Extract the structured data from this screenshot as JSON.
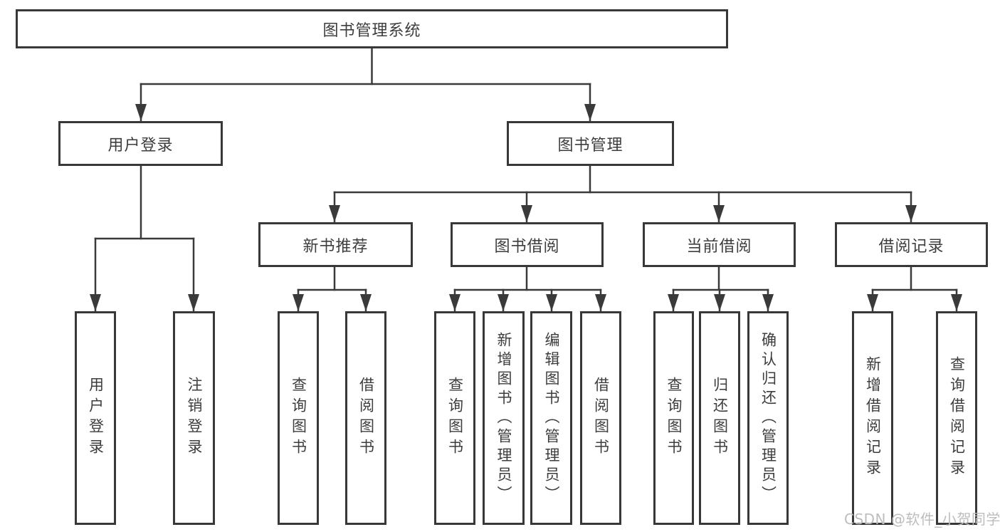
{
  "diagram_title": "图书管理系统",
  "watermark": "CSDN @软件_小贺同学",
  "colors": {
    "background": "#ffffff",
    "line": "#3a3a3a",
    "box_border": "#383838",
    "text": "#3d3d3d",
    "watermark": "#bdbdbd"
  },
  "nodes": {
    "root": "图书管理系统",
    "l2_user_login": "用户登录",
    "l2_book_mgmt": "图书管理",
    "l3_new_book_rec": "新书推荐",
    "l3_book_borrow": "图书借阅",
    "l3_current_borrow": "当前借阅",
    "l3_borrow_records": "借阅记录",
    "l4_user_login": "用户登录",
    "l4_logout": "注销登录",
    "l4_rec_query_books": "查询图书",
    "l4_rec_borrow_books": "借阅图书",
    "l4_bb_query_books": "查询图书",
    "l4_bb_add_books": "新增图书（管理员）",
    "l4_bb_edit_books": "编辑图书（管理员）",
    "l4_bb_borrow_books": "借阅图书",
    "l4_cb_query_books": "查询图书",
    "l4_cb_return_books": "归还图书",
    "l4_cb_confirm_return": "确认归还（管理员）",
    "l4_br_add_record": "新增借阅记录",
    "l4_br_query_record": "查询借阅记录"
  },
  "hierarchy": {
    "root": "图书管理系统",
    "children": [
      {
        "label": "用户登录",
        "children": [
          "用户登录",
          "注销登录"
        ]
      },
      {
        "label": "图书管理",
        "children": [
          {
            "label": "新书推荐",
            "children": [
              "查询图书",
              "借阅图书"
            ]
          },
          {
            "label": "图书借阅",
            "children": [
              "查询图书",
              "新增图书（管理员）",
              "编辑图书（管理员）",
              "借阅图书"
            ]
          },
          {
            "label": "当前借阅",
            "children": [
              "查询图书",
              "归还图书",
              "确认归还（管理员）"
            ]
          },
          {
            "label": "借阅记录",
            "children": [
              "新增借阅记录",
              "查询借阅记录"
            ]
          }
        ]
      }
    ]
  }
}
